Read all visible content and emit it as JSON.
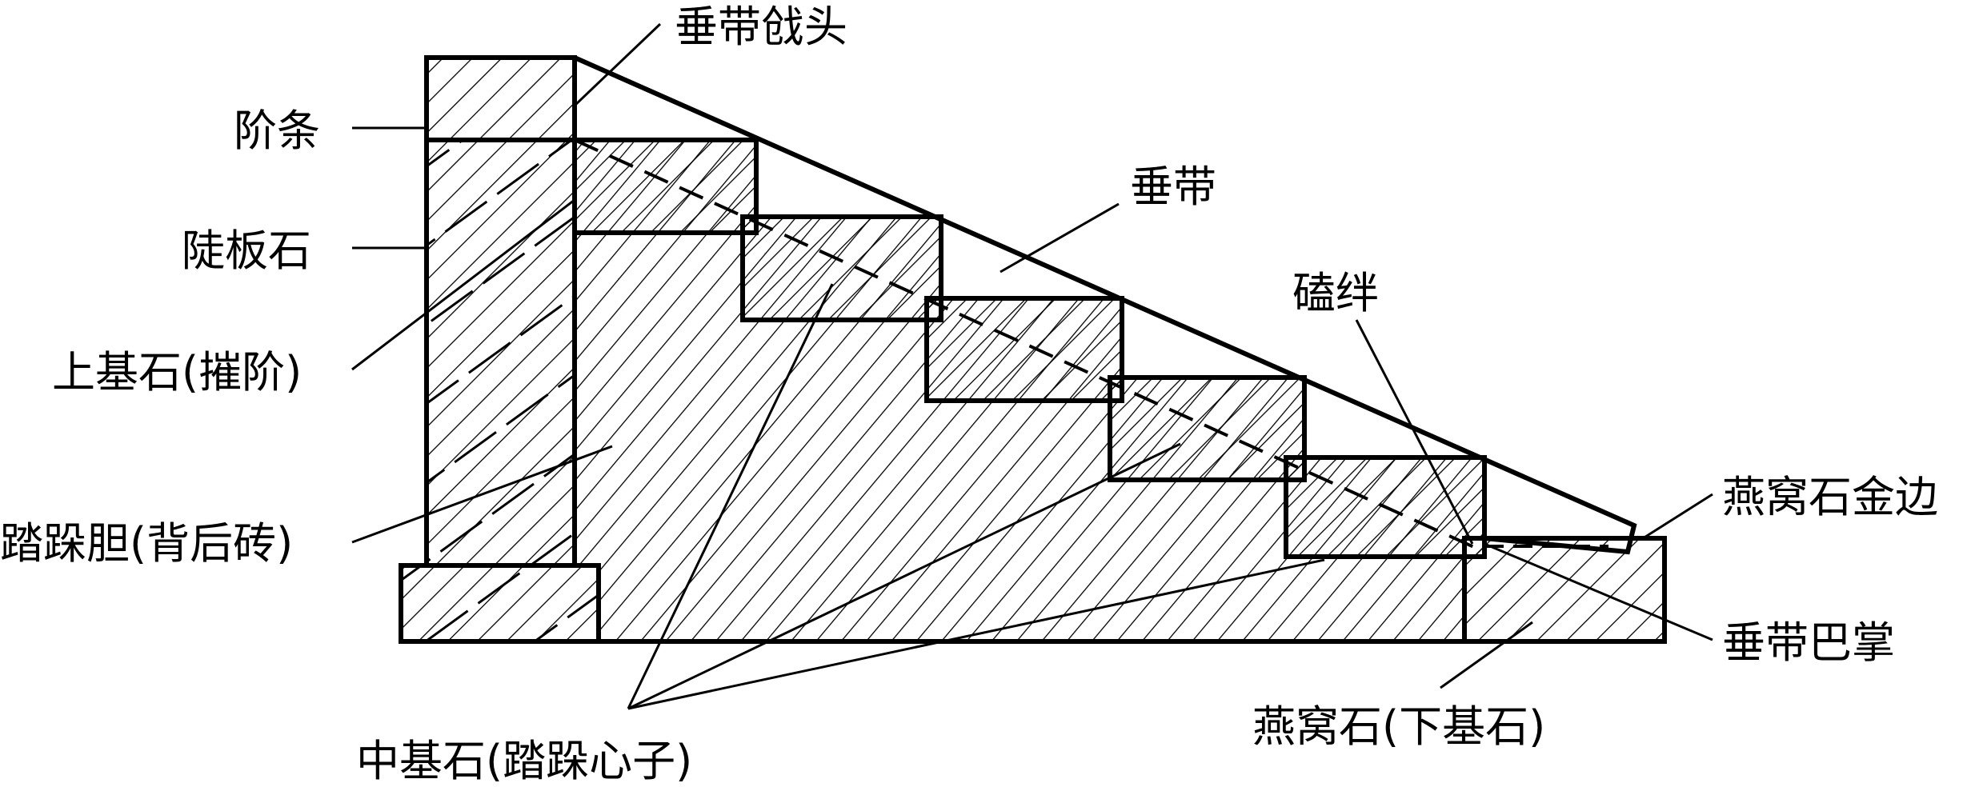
{
  "labels": {
    "chuitou": "垂带戗头",
    "jietiao": "阶条",
    "doubanshi": "陡板石",
    "shangjishi": "上基石(摧阶)",
    "taduodan": "踏跺胆(背后砖)",
    "zhongjishi": "中基石(踏跺心子)",
    "chuidai": "垂带",
    "kepan": "磕绊",
    "yanwoshi_jinbian": "燕窝石金边",
    "chuidai_bazhang": "垂带巴掌",
    "yanwoshi": "燕窝石(下基石)"
  }
}
